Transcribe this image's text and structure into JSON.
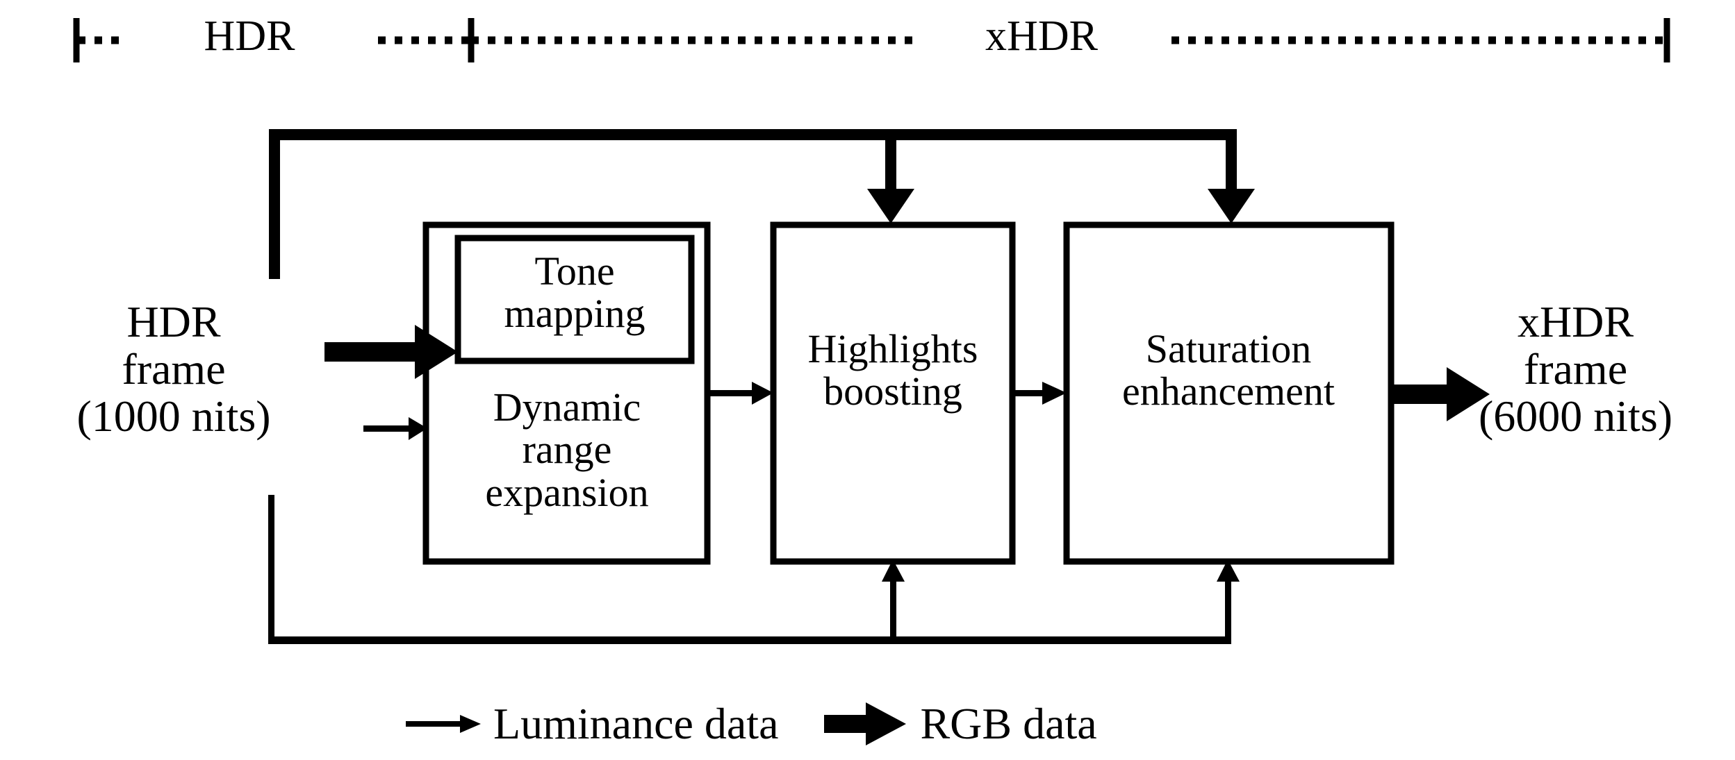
{
  "diagram": {
    "title_ruler": {
      "segments": [
        {
          "label": "HDR",
          "name": "hdr-range"
        },
        {
          "label": "xHDR",
          "name": "xhdr-range"
        }
      ]
    },
    "input": {
      "label": "HDR\nframe\n(1000 nits)"
    },
    "output": {
      "label": "xHDR\nframe\n(6000 nits)"
    },
    "blocks": [
      {
        "name": "tone-mapping",
        "label": "Tone\nmapping"
      },
      {
        "name": "dynamic-range-expansion",
        "label": "Dynamic\nrange\nexpansion"
      },
      {
        "name": "highlights-boosting",
        "label": "Highlights\nboosting"
      },
      {
        "name": "saturation-enhancement",
        "label": "Saturation\nenhancement"
      }
    ],
    "legend": {
      "items": [
        {
          "name": "luminance-data",
          "label": "Luminance data",
          "arrow": "thin-arrow-icon"
        },
        {
          "name": "rgb-data",
          "label": "RGB data",
          "arrow": "thick-arrow-icon"
        }
      ]
    },
    "colors": {
      "stroke": "#000000",
      "background": "#ffffff"
    }
  }
}
